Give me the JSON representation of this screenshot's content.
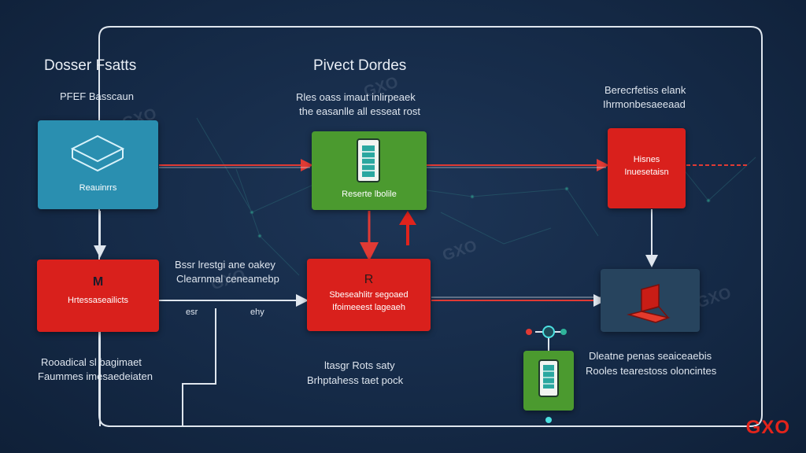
{
  "titles": {
    "left": "Dosser Fsatts",
    "center": "Pivect Dordes"
  },
  "captions": {
    "left_top": "PFEF Basscaun",
    "center_top_1": "Rles oass imaut inlirpeaek",
    "center_top_2": "the easanlle all esseat rost",
    "right_top_1": "Berecrfetiss elank",
    "right_top_2": "Ihrmonbesaeeaad",
    "mid_left_1": "Bssr lrestgi ane oakey",
    "mid_left_2": "Clearnmal ceneamebp",
    "small_1": "esr",
    "small_2": "ehy",
    "bottom_left_1": "Rooadical sl bagimaet",
    "bottom_left_2": "Faummes imesaedeiaten",
    "bottom_center_1": "ltasgr Rots saty",
    "bottom_center_2": "Brhptahess taet pock",
    "bottom_right_1": "Dleatne penas seaiceaebis",
    "bottom_right_2": "Rooles tearestoss oloncintes"
  },
  "boxes": {
    "blue": {
      "label": "Reauinrrs",
      "icon": "layers-icon"
    },
    "green_top": {
      "label": "Reserte lbolile",
      "icon": "server-rack-icon"
    },
    "red_top_right": {
      "line1": "Hisnes",
      "line2": "Inuesetaisn"
    },
    "red_left": {
      "heading": "M",
      "label": "Hrtessaseailicts"
    },
    "red_center": {
      "heading": "R",
      "line1": "Sbeseahlitr segoaed",
      "line2": "Ifoimeeest lageaeh"
    },
    "navy_right": {
      "icon": "laptop-icon"
    },
    "green_bottom": {
      "icon": "phone-icon"
    }
  },
  "watermark": "GXO",
  "brand": "GXO",
  "colors": {
    "background": "#152a47",
    "blue": "#2a8fb0",
    "green": "#4b9a2f",
    "red": "#d9201c",
    "navy": "#27445e",
    "line_red": "#e03a34",
    "line_white": "#dfe6ee",
    "brand": "#e3241b"
  }
}
